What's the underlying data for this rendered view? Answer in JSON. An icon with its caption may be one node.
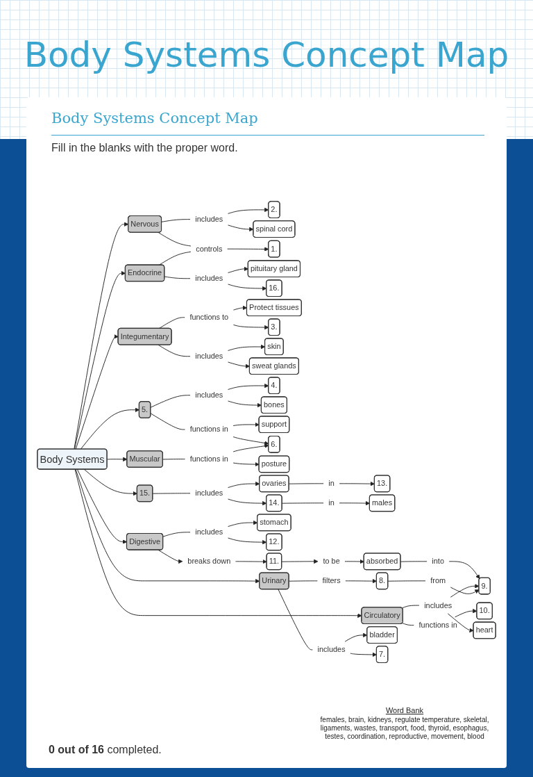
{
  "diagram": {
    "title": "Body Systems Concept Map",
    "nodes": [
      {
        "text": [
          "Body Systems"
        ]
      },
      {
        "text": [
          "Nervous"
        ]
      },
      {
        "text": [
          "includes"
        ]
      },
      {
        "text": [
          "2."
        ]
      },
      {
        "text": [
          "spinal cord"
        ]
      },
      {
        "text": [
          "Endocrine"
        ]
      },
      {
        "text": [
          "controls"
        ]
      },
      {
        "text": [
          "1."
        ]
      },
      {
        "text": [
          "includes"
        ]
      },
      {
        "text": [
          "pituitary gland"
        ]
      },
      {
        "text": [
          "16."
        ]
      },
      {
        "text": [
          "Integumentary"
        ]
      },
      {
        "text": [
          "functions to"
        ]
      },
      {
        "text": [
          "Protect tissues"
        ]
      },
      {
        "text": [
          "3."
        ]
      },
      {
        "text": [
          "includes"
        ]
      },
      {
        "text": [
          "skin"
        ]
      },
      {
        "text": [
          "sweat glands"
        ]
      },
      {
        "text": [
          "5."
        ]
      },
      {
        "text": [
          "includes"
        ]
      },
      {
        "text": [
          "4."
        ]
      },
      {
        "text": [
          "bones"
        ]
      },
      {
        "text": [
          "functions in"
        ]
      },
      {
        "text": [
          "support"
        ]
      },
      {
        "text": [
          "6."
        ]
      },
      {
        "text": [
          "Muscular"
        ]
      },
      {
        "text": [
          "functions in"
        ]
      },
      {
        "text": [
          "posture"
        ]
      },
      {
        "text": [
          "15."
        ]
      },
      {
        "text": [
          "includes"
        ]
      },
      {
        "text": [
          "ovaries"
        ]
      },
      {
        "text": [
          "14."
        ]
      },
      {
        "text": [
          "in"
        ]
      },
      {
        "text": [
          "13."
        ]
      },
      {
        "text": [
          "in"
        ]
      },
      {
        "text": [
          "males"
        ]
      },
      {
        "text": [
          "Digestive"
        ]
      },
      {
        "text": [
          "includes"
        ]
      },
      {
        "text": [
          "stomach"
        ]
      },
      {
        "text": [
          "12."
        ]
      },
      {
        "text": [
          "breaks down"
        ]
      },
      {
        "text": [
          "11."
        ]
      },
      {
        "text": [
          "to be"
        ]
      },
      {
        "text": [
          "absorbed"
        ]
      },
      {
        "text": [
          "into"
        ]
      },
      {
        "text": [
          "9."
        ]
      },
      {
        "text": [
          "Circulatory"
        ]
      },
      {
        "text": [
          "functions in"
        ]
      },
      {
        "text": [
          "10."
        ]
      },
      {
        "text": [
          "includes"
        ]
      },
      {
        "text": [
          "heart"
        ]
      },
      {
        "text": [
          "Urinary"
        ]
      },
      {
        "text": [
          "filters"
        ]
      },
      {
        "text": [
          "8."
        ]
      },
      {
        "text": [
          "from"
        ]
      },
      {
        "text": [
          "includes"
        ]
      },
      {
        "text": [
          "bladder"
        ]
      },
      {
        "text": [
          "7."
        ]
      }
    ],
    "edges": [
      {
        "from": 0,
        "to": 1,
        "arrow": "to"
      },
      {
        "from": 0,
        "to": 5,
        "arrow": "to"
      },
      {
        "from": 0,
        "to": 11,
        "arrow": "to"
      },
      {
        "from": 0,
        "to": 18,
        "arrow": "to"
      },
      {
        "from": 0,
        "to": 28,
        "arrow": "to"
      },
      {
        "from": 0,
        "to": 25,
        "arrow": "to"
      },
      {
        "from": 0,
        "to": 36,
        "arrow": "to"
      },
      {
        "from": 0,
        "to": 46,
        "arrow": "to"
      },
      {
        "from": 0,
        "to": 51,
        "arrow": "to"
      },
      {
        "from": 1,
        "to": 2,
        "arrow": "none"
      },
      {
        "from": 2,
        "to": 3,
        "arrow": "to"
      },
      {
        "from": 2,
        "to": 4,
        "arrow": "to"
      },
      {
        "from": 1,
        "to": 6,
        "arrow": "none"
      },
      {
        "from": 5,
        "to": 6,
        "arrow": "none"
      },
      {
        "from": 6,
        "to": 7,
        "arrow": "to"
      },
      {
        "from": 5,
        "to": 8,
        "arrow": "none"
      },
      {
        "from": 8,
        "to": 9,
        "arrow": "to"
      },
      {
        "from": 8,
        "to": 10,
        "arrow": "to"
      },
      {
        "from": 11,
        "to": 12,
        "arrow": "none"
      },
      {
        "from": 12,
        "to": 13,
        "arrow": "to"
      },
      {
        "from": 12,
        "to": 14,
        "arrow": "to"
      },
      {
        "from": 11,
        "to": 15,
        "arrow": "none"
      },
      {
        "from": 15,
        "to": 16,
        "arrow": "to"
      },
      {
        "from": 15,
        "to": 17,
        "arrow": "to"
      },
      {
        "from": 18,
        "to": 19,
        "arrow": "none"
      },
      {
        "from": 19,
        "to": 20,
        "arrow": "to"
      },
      {
        "from": 19,
        "to": 21,
        "arrow": "to"
      },
      {
        "from": 18,
        "to": 22,
        "arrow": "none"
      },
      {
        "from": 22,
        "to": 23,
        "arrow": "to"
      },
      {
        "from": 22,
        "to": 24,
        "arrow": "to"
      },
      {
        "from": 25,
        "to": 26,
        "arrow": "none"
      },
      {
        "from": 26,
        "to": 24,
        "arrow": "to"
      },
      {
        "from": 26,
        "to": 27,
        "arrow": "to"
      },
      {
        "from": 28,
        "to": 29,
        "arrow": "none"
      },
      {
        "from": 29,
        "to": 30,
        "arrow": "to"
      },
      {
        "from": 29,
        "to": 31,
        "arrow": "to"
      },
      {
        "from": 30,
        "to": 32,
        "arrow": "none"
      },
      {
        "from": 32,
        "to": 33,
        "arrow": "to"
      },
      {
        "from": 31,
        "to": 34,
        "arrow": "none"
      },
      {
        "from": 34,
        "to": 35,
        "arrow": "to"
      },
      {
        "from": 36,
        "to": 37,
        "arrow": "none"
      },
      {
        "from": 37,
        "to": 38,
        "arrow": "to"
      },
      {
        "from": 37,
        "to": 39,
        "arrow": "to"
      },
      {
        "from": 36,
        "to": 40,
        "arrow": "to"
      },
      {
        "from": 40,
        "to": 41,
        "arrow": "to"
      },
      {
        "from": 41,
        "to": 42,
        "arrow": "to"
      },
      {
        "from": 42,
        "to": 43,
        "arrow": "to"
      },
      {
        "from": 43,
        "to": 44,
        "arrow": "none"
      },
      {
        "from": 44,
        "to": 45,
        "arrow": "to"
      },
      {
        "from": 46,
        "to": 47,
        "arrow": "none"
      },
      {
        "from": 47,
        "to": 48,
        "arrow": "to"
      },
      {
        "from": 46,
        "to": 49,
        "arrow": "none"
      },
      {
        "from": 49,
        "to": 50,
        "arrow": "to"
      },
      {
        "from": 49,
        "to": 45,
        "arrow": "to"
      },
      {
        "from": 51,
        "to": 52,
        "arrow": "none"
      },
      {
        "from": 52,
        "to": 53,
        "arrow": "to"
      },
      {
        "from": 53,
        "to": 54,
        "arrow": "none"
      },
      {
        "from": 54,
        "to": 45,
        "arrow": "to"
      },
      {
        "from": 51,
        "to": 55,
        "arrow": "none"
      },
      {
        "from": 55,
        "to": 56,
        "arrow": "to"
      },
      {
        "from": 55,
        "to": 57,
        "arrow": "to"
      }
    ],
    "labels": [
      "Body Systems Concept Map",
      "Fill in the blanks with the proper word.",
      "Word Bank",
      "females, brain, kidneys, regulate temperature, skeletal, ligaments, wastes, transport, food, thyroid, esophagus, testes, coordination, reproductive, movement, blood",
      "**0 out of 16** completed."
    ]
  }
}
